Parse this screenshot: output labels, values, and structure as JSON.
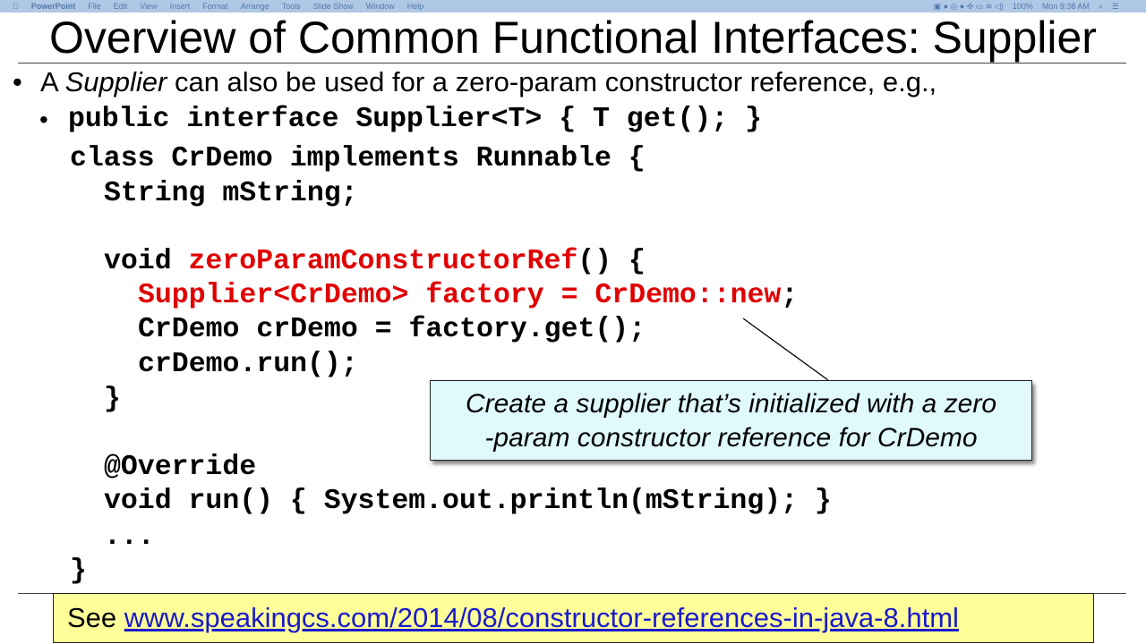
{
  "menubar": {
    "app": "PowerPoint",
    "items": [
      "File",
      "Edit",
      "View",
      "Insert",
      "Format",
      "Arrange",
      "Tools",
      "Slide Show",
      "Window",
      "Help"
    ],
    "battery": "100%",
    "clock": "Mon 9:38 AM"
  },
  "slide": {
    "title": "Overview of Common Functional Interfaces: Supplier",
    "bullet": {
      "prefix": "A ",
      "emph": "Supplier",
      "rest": " can also be used for a zero-param constructor reference, e.g.,"
    },
    "code": [
      {
        "indent": 0,
        "segs": [
          {
            "t": "public interface Supplier<T> { T get(); }"
          }
        ]
      },
      {
        "indent": 0,
        "segs": [
          {
            "t": "class CrDemo implements Runnable {"
          }
        ]
      },
      {
        "indent": 1,
        "segs": [
          {
            "t": "String mString;"
          }
        ]
      },
      {
        "indent": 1,
        "segs": [
          {
            "t": "void "
          },
          {
            "t": "zeroParamConstructorRef",
            "red": true
          },
          {
            "t": "() {"
          }
        ]
      },
      {
        "indent": 2,
        "segs": [
          {
            "t": "Supplier<CrDemo> factory = CrDemo::new",
            "red": true
          },
          {
            "t": ";"
          }
        ]
      },
      {
        "indent": 2,
        "segs": [
          {
            "t": "CrDemo crDemo = factory.get();"
          }
        ]
      },
      {
        "indent": 2,
        "segs": [
          {
            "t": "crDemo.run();"
          }
        ]
      },
      {
        "indent": 1,
        "segs": [
          {
            "t": "}"
          }
        ]
      },
      {
        "indent": 1,
        "segs": [
          {
            "t": "@Override"
          }
        ]
      },
      {
        "indent": 1,
        "segs": [
          {
            "t": "void run() { System.out.println(mString); }"
          }
        ]
      },
      {
        "indent": 1,
        "segs": [
          {
            "t": "..."
          }
        ]
      },
      {
        "indent": 0,
        "segs": [
          {
            "t": "}"
          }
        ]
      }
    ],
    "callout": {
      "line1": "Create a supplier that’s initialized with a zero",
      "line2": "-param constructor reference for CrDemo"
    },
    "footer": {
      "see": "See ",
      "link": "www.speakingcs.com/2014/08/constructor-references-in-java-8.html"
    }
  },
  "colors": {
    "code_highlight": "#e00000",
    "callout_bg": "#e0f9fc",
    "footer_bg": "#ffff99",
    "link": "#1a1acc"
  }
}
